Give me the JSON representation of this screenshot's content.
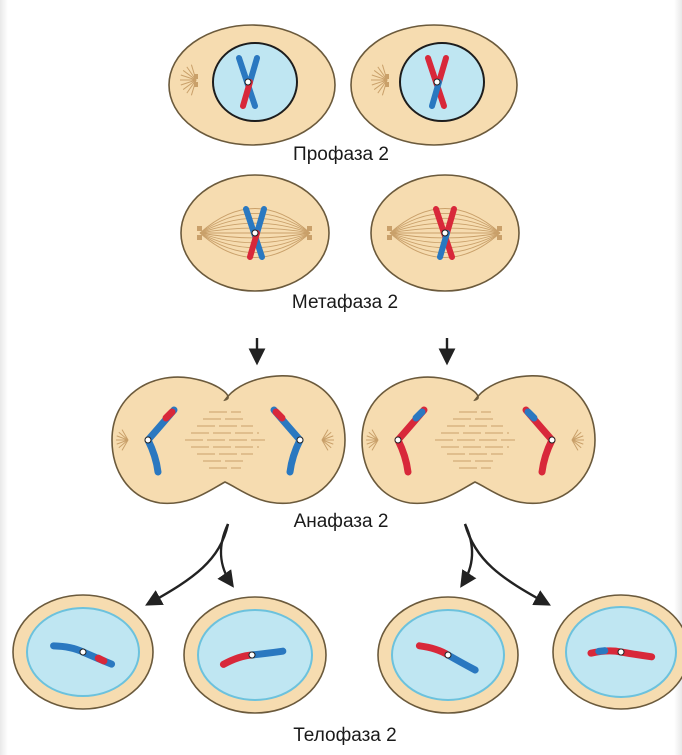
{
  "labels": {
    "prophase": "Профаза 2",
    "metaphase": "Метафаза 2",
    "anaphase": "Анафаза 2",
    "telophase": "Телофаза 2"
  },
  "colors": {
    "cytoplasm": "#f6dcb0",
    "cell_outline": "#6b5a3c",
    "nucleus": "#bfe6f2",
    "nucleus_edge": "#6cc2dd",
    "spindle": "#c9a06a",
    "chromatid_blue": "#2a78c0",
    "chromatid_red": "#d8283a",
    "arrow": "#222222"
  },
  "icons": [
    "cell-icon",
    "nucleus-icon",
    "chromosome-icon",
    "spindle-icon",
    "arrow-icon"
  ]
}
